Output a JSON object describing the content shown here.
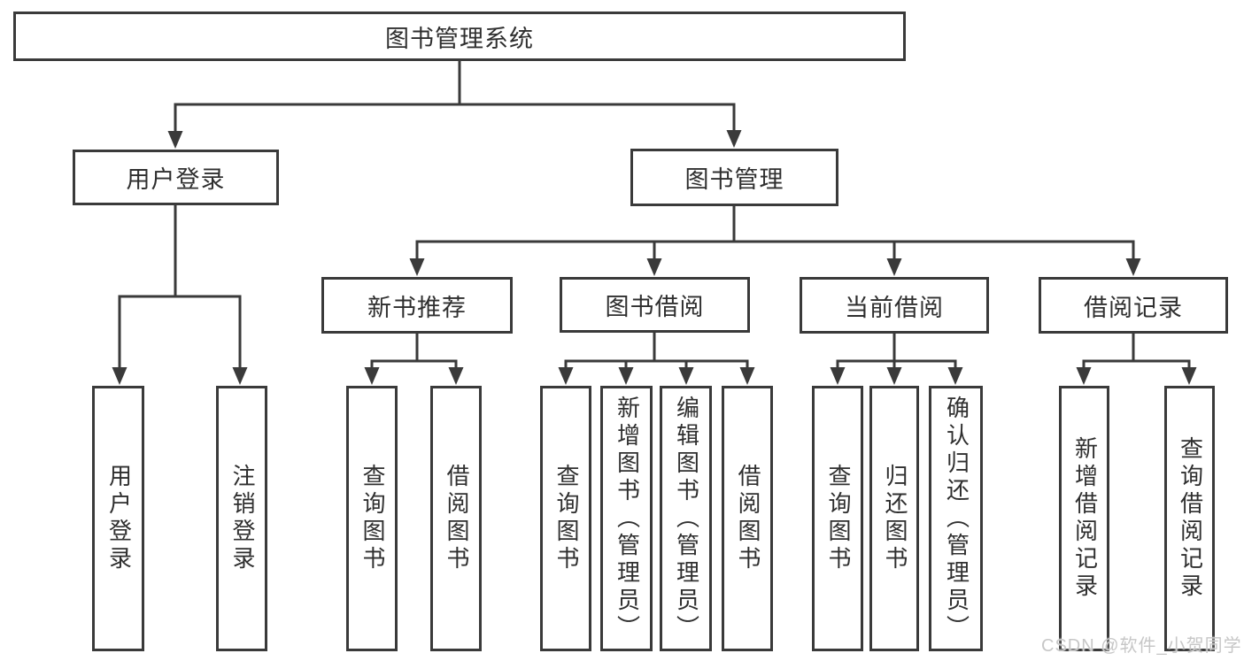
{
  "diagram": {
    "root": {
      "label": "图书管理系统"
    },
    "branches": [
      {
        "label": "用户登录",
        "leaves": [
          {
            "label": "用户登录"
          },
          {
            "label": "注销登录"
          }
        ]
      },
      {
        "label": "图书管理",
        "groups": [
          {
            "label": "新书推荐",
            "leaves": [
              {
                "label": "查询图书"
              },
              {
                "label": "借阅图书"
              }
            ]
          },
          {
            "label": "图书借阅",
            "leaves": [
              {
                "label": "查询图书"
              },
              {
                "label": "新增图书（管理员）"
              },
              {
                "label": "编辑图书（管理员）"
              },
              {
                "label": "借阅图书"
              }
            ]
          },
          {
            "label": "当前借阅",
            "leaves": [
              {
                "label": "查询图书"
              },
              {
                "label": "归还图书"
              },
              {
                "label": "确认归还（管理员）"
              }
            ]
          },
          {
            "label": "借阅记录",
            "leaves": [
              {
                "label": "新增借阅记录"
              },
              {
                "label": "查询借阅记录"
              }
            ]
          }
        ]
      }
    ]
  },
  "watermark": {
    "text": "CSDN @软件_小贺同学"
  },
  "colors": {
    "line": "#3a3a3a",
    "text": "#2f2f2f",
    "background": "#ffffff",
    "watermark": "#c7c7c7"
  }
}
